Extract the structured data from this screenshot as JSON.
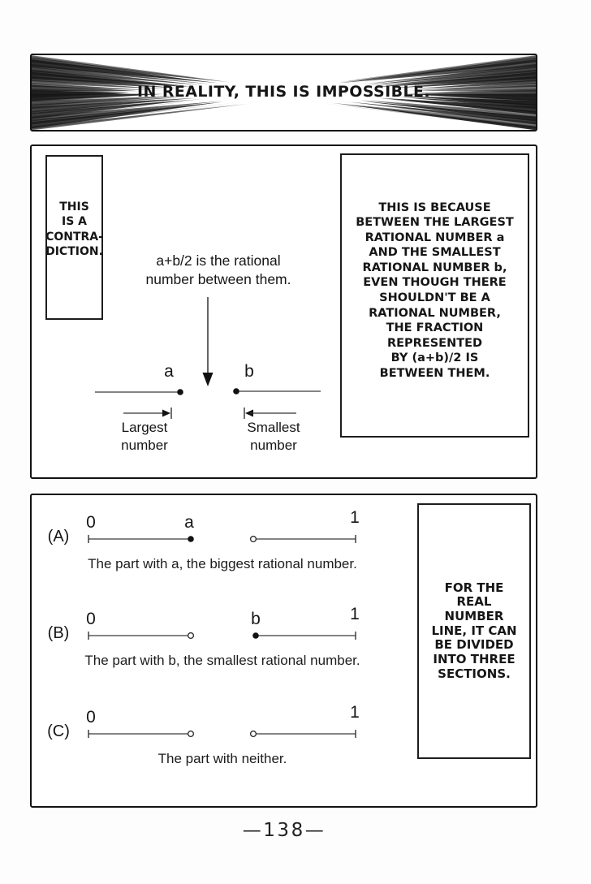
{
  "page": {
    "number": "—138—",
    "ink": "#161616"
  },
  "burst_panel": {
    "text": "IN REALITY, THIS IS IMPOSSIBLE."
  },
  "explain_panel": {
    "contradiction_box": "THIS\nIS A\nCONTRA-\nDICTION.",
    "because_box": "THIS IS BECAUSE\nBETWEEN THE LARGEST\nRATIONAL NUMBER a\nAND THE SMALLEST\nRATIONAL NUMBER b,\nEVEN THOUGH THERE\nSHOULDN'T BE A\nRATIONAL NUMBER,\nTHE FRACTION\nREPRESENTED\nBY (a+b)/2 IS\nBETWEEN THEM.",
    "midpoint_caption": "a+b/2 is the rational\nnumber between them.",
    "label_a": "a",
    "label_b": "b",
    "largest_label": "Largest\nnumber",
    "smallest_label": "Smallest\nnumber"
  },
  "division_panel": {
    "sections_box": "FOR THE\nREAL\nNUMBER\nLINE, IT CAN\nBE DIVIDED\nINTO THREE\nSECTIONS.",
    "rows": [
      {
        "label": "(A)",
        "zero": "0",
        "one": "1",
        "point_label": "a",
        "point_side": "left",
        "left_end": "closed",
        "right_start": "open",
        "caption": "The part with a, the biggest rational number."
      },
      {
        "label": "(B)",
        "zero": "0",
        "one": "1",
        "point_label": "b",
        "point_side": "right",
        "left_end": "open",
        "right_start": "closed",
        "caption": "The part with b, the smallest rational number."
      },
      {
        "label": "(C)",
        "zero": "0",
        "one": "1",
        "point_label": "",
        "point_side": "none",
        "left_end": "open",
        "right_start": "open",
        "caption": "The part with neither."
      }
    ]
  }
}
